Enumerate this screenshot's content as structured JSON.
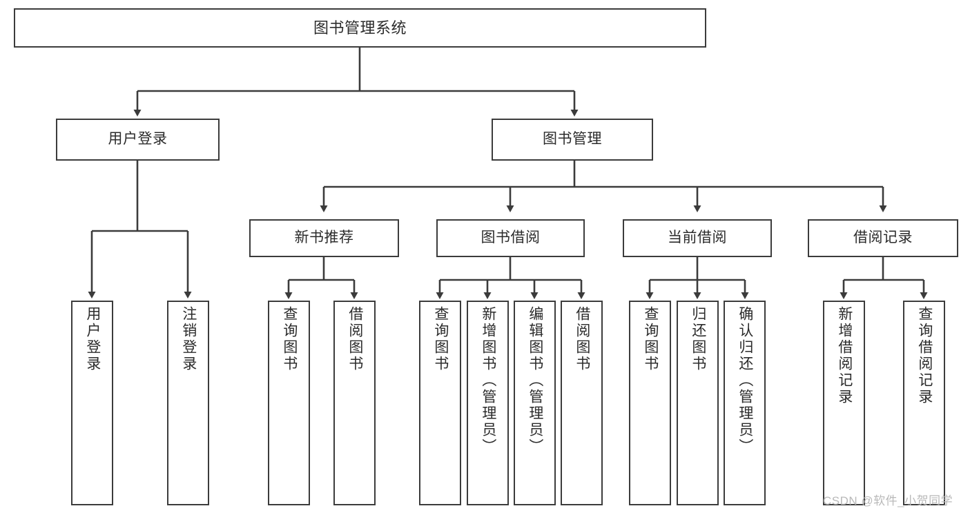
{
  "diagram": {
    "title": "图书管理系统",
    "type": "tree-hierarchy-chart",
    "stroke_color": "#3b3b3b",
    "text_color": "#2b2b2b",
    "background_color": "#ffffff",
    "nodes": {
      "root": {
        "label": "图书管理系统"
      },
      "l1": [
        {
          "label": "用户登录"
        },
        {
          "label": "图书管理"
        }
      ],
      "l2": [
        {
          "label": "新书推荐"
        },
        {
          "label": "图书借阅"
        },
        {
          "label": "当前借阅"
        },
        {
          "label": "借阅记录"
        }
      ],
      "leaves_user_login": [
        {
          "label": "用户登录"
        },
        {
          "label": "注销登录"
        }
      ],
      "leaves_new_book": [
        {
          "label": "查询图书"
        },
        {
          "label": "借阅图书"
        }
      ],
      "leaves_borrow": [
        {
          "label": "查询图书"
        },
        {
          "label": "新增图书（管理员）"
        },
        {
          "label": "编辑图书（管理员）"
        },
        {
          "label": "借阅图书"
        }
      ],
      "leaves_current": [
        {
          "label": "查询图书"
        },
        {
          "label": "归还图书"
        },
        {
          "label": "确认归还（管理员）"
        }
      ],
      "leaves_record": [
        {
          "label": "新增借阅记录"
        },
        {
          "label": "查询借阅记录"
        }
      ]
    }
  },
  "watermark": {
    "text": "CSDN @软件_小贺同学",
    "color": "#b9b9b9"
  }
}
